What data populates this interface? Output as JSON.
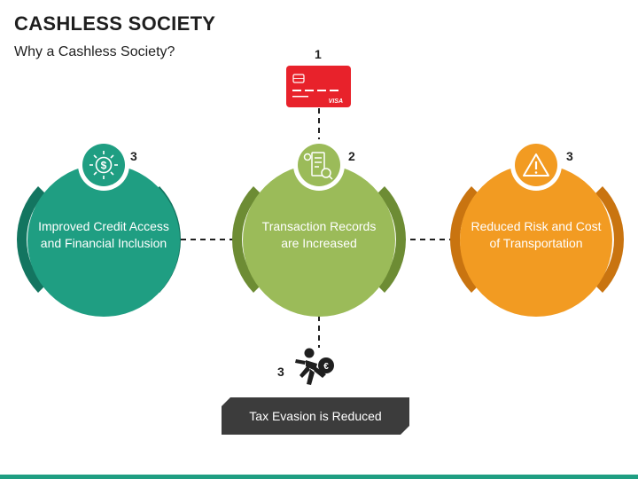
{
  "header": {
    "title": "CASHLESS SOCIETY",
    "subtitle": "Why a Cashless Society?"
  },
  "colors": {
    "teal": "#1f9e82",
    "teal_dark": "#137560",
    "green": "#9bbb59",
    "green_dark": "#6d8c34",
    "orange": "#f29b22",
    "orange_dark": "#c97410",
    "card_red": "#e8222b",
    "box_dark": "#3c3c3c"
  },
  "nodes": {
    "left": {
      "label": "Improved Credit Access and Financial Inclusion",
      "number": "3",
      "icon": "dollar-network-icon"
    },
    "center": {
      "label": "Transaction Records are Increased",
      "number": "2",
      "icon": "receipt-search-icon"
    },
    "right": {
      "label": "Reduced Risk and Cost of Transportation",
      "number": "3",
      "icon": "warning-icon"
    },
    "top": {
      "number": "1",
      "icon": "credit-card-icon",
      "card_text": "VISA"
    },
    "bottom": {
      "label": "Tax Evasion is Reduced",
      "number": "3",
      "icon": "thief-running-icon"
    }
  }
}
